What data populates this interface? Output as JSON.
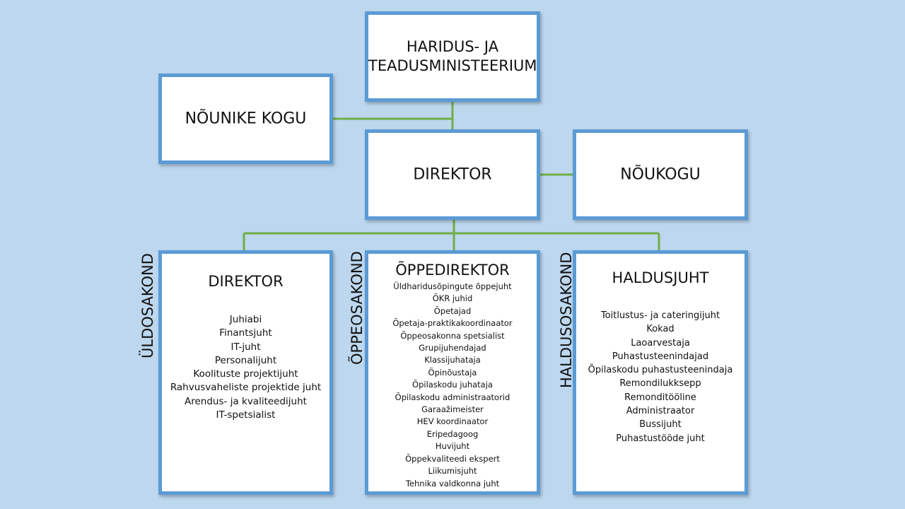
{
  "ministry": {
    "line1": "HARIDUS- JA",
    "line2": "TEADUSMINISTEERIUM"
  },
  "advisors": {
    "title": "NÕUNIKE KOGU"
  },
  "director": {
    "title": "DIREKTOR"
  },
  "council": {
    "title": "NÕUKOGU"
  },
  "general_dept": {
    "side_label": "ÜLDOSAKOND",
    "title": "DIREKTOR",
    "items": [
      "Juhiabi",
      "Finantsjuht",
      "IT-juht",
      "Personalijuht",
      "Koolituste projektijuht",
      "Rahvusvaheliste projektide juht",
      "Arendus- ja kvaliteedijuht",
      "IT-spetsialist"
    ]
  },
  "study_dept": {
    "side_label": "ÕPPEOSAKOND",
    "title": "ÕPPEDIREKTOR",
    "items": [
      "Üldharidusõpingute õppejuht",
      "ÕKR juhid",
      "Õpetajad",
      "Õpetaja-praktikakoordinaator",
      "Õppeosakonna spetsialist",
      "Grupijuhendajad",
      "Klassijuhataja",
      "Õpinõustaja",
      "Õpilaskodu juhataja",
      "Õpilaskodu administraatorid",
      "Garaažimeister",
      "HEV koordinaator",
      "Eripedagoog",
      "Huvijuht",
      "Õppekvaliteedi ekspert",
      "Liikumisjuht",
      "Tehnika valdkonna juht"
    ]
  },
  "maintenance_dept": {
    "side_label": "HALDUSOSAKOND",
    "title": "HALDUSJUHT",
    "items": [
      "Toitlustus- ja cateringijuht",
      "Kokad",
      "Laoarvestaja",
      "Puhastusteenindajad",
      "Õpilaskodu puhastusteenindaja",
      "Remondilukksepp",
      "Remonditööline",
      "Administraator",
      "Bussijuht",
      "Puhastustööde juht"
    ]
  },
  "colors": {
    "background": "#bdd7ee",
    "box_border": "#5b9bd5",
    "connector": "#70ad47"
  }
}
